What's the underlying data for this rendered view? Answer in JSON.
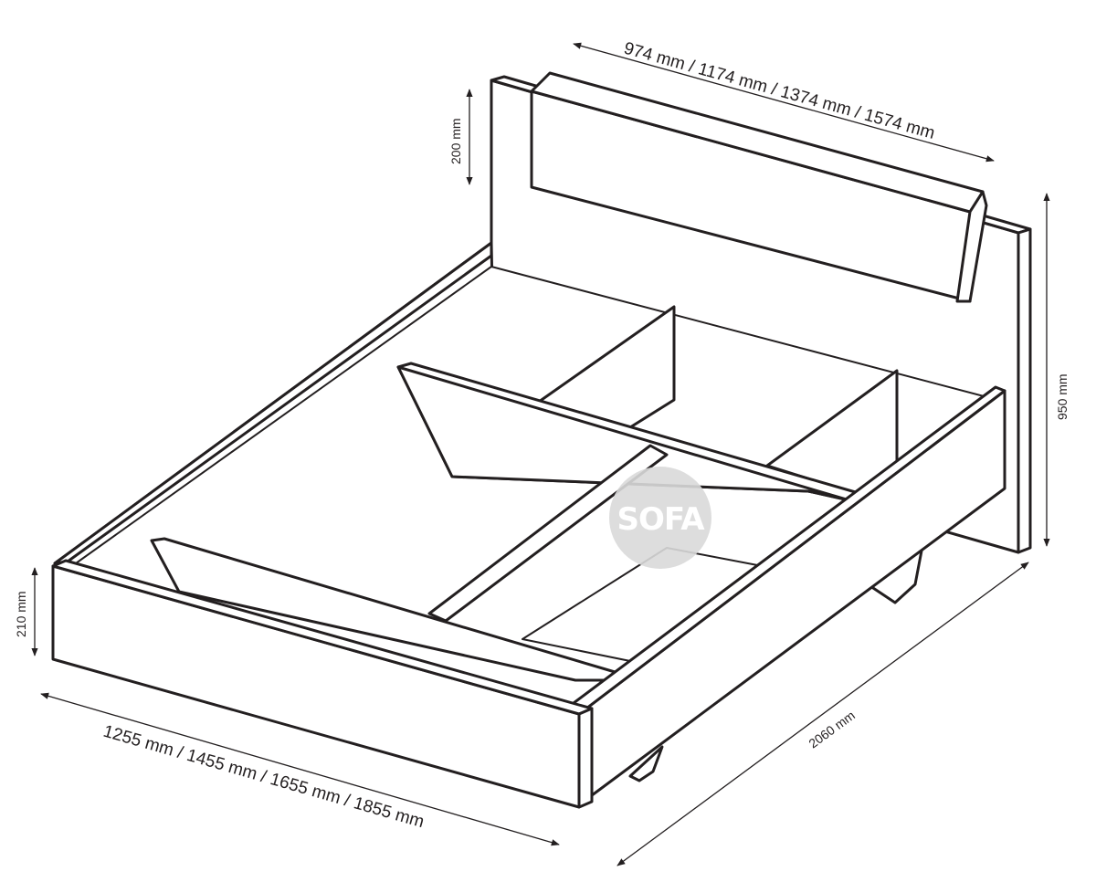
{
  "dimensions": {
    "headboard_width": "974 mm / 1174 mm / 1374 mm / 1574 mm",
    "cushion_height": "200 mm",
    "total_height": "950 mm",
    "frame_height": "210 mm",
    "frame_width": "1255 mm / 1455 mm / 1655 mm / 1855 mm",
    "frame_length": "2060 mm"
  },
  "watermark": {
    "text": "SOFA",
    "circle_color": "#d9d9d9"
  },
  "colors": {
    "line": "#231f20",
    "fill": "#ffffff"
  }
}
